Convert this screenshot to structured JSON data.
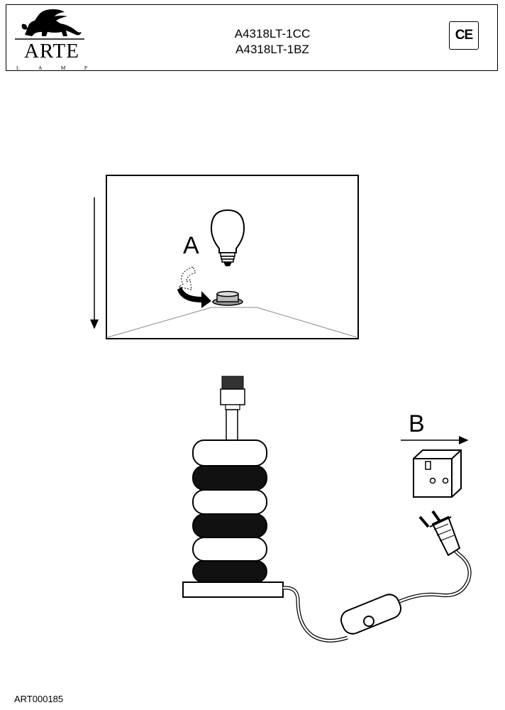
{
  "brand": {
    "name": "ARTE",
    "sub_letters": [
      "L",
      "A",
      "M",
      "P"
    ]
  },
  "models": [
    "A4318LT-1CC",
    "A4318LT-1BZ"
  ],
  "certification": "CE",
  "steps": {
    "a": "A",
    "b": "B"
  },
  "document_code": "ART000185"
}
